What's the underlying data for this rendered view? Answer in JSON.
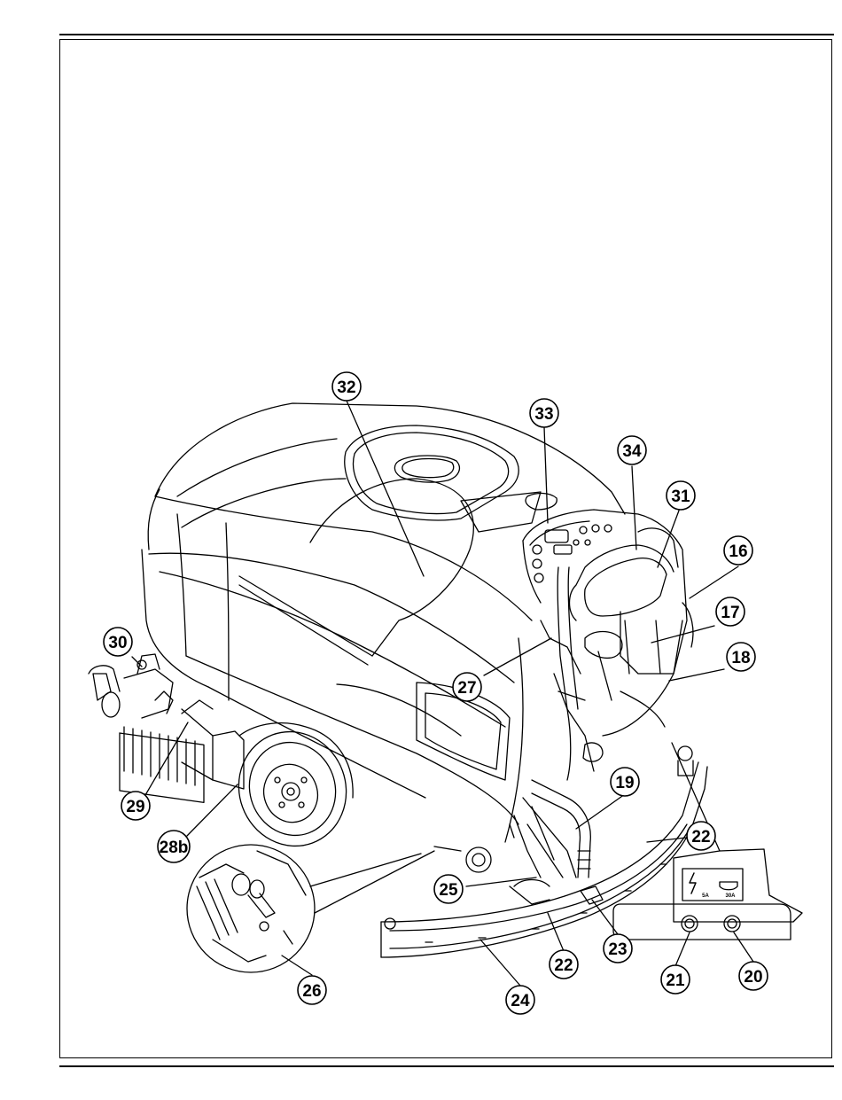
{
  "callouts": [
    {
      "id": "32",
      "label": "32"
    },
    {
      "id": "33",
      "label": "33"
    },
    {
      "id": "34",
      "label": "34"
    },
    {
      "id": "31",
      "label": "31"
    },
    {
      "id": "16",
      "label": "16"
    },
    {
      "id": "17",
      "label": "17"
    },
    {
      "id": "18",
      "label": "18"
    },
    {
      "id": "27",
      "label": "27"
    },
    {
      "id": "30",
      "label": "30"
    },
    {
      "id": "29",
      "label": "29"
    },
    {
      "id": "28b",
      "label": "28b"
    },
    {
      "id": "19",
      "label": "19"
    },
    {
      "id": "22a",
      "label": "22"
    },
    {
      "id": "22b",
      "label": "22"
    },
    {
      "id": "25",
      "label": "25"
    },
    {
      "id": "23",
      "label": "23"
    },
    {
      "id": "24",
      "label": "24"
    },
    {
      "id": "26",
      "label": "26"
    },
    {
      "id": "21",
      "label": "21"
    },
    {
      "id": "20",
      "label": "20"
    }
  ],
  "panel": {
    "left_label": "5A",
    "right_label": "30A"
  }
}
